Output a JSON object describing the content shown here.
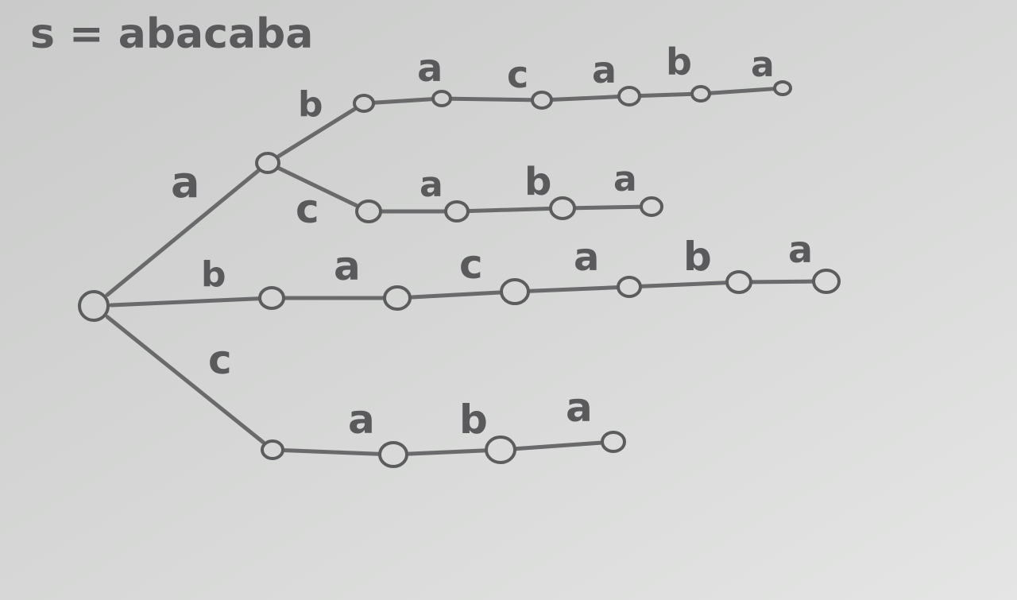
{
  "title": "s = abacaba",
  "tree": {
    "root": "n0",
    "nodes": [
      {
        "id": "n0"
      },
      {
        "id": "n1"
      },
      {
        "id": "n2"
      },
      {
        "id": "n3"
      },
      {
        "id": "n4"
      },
      {
        "id": "n5"
      },
      {
        "id": "n6"
      },
      {
        "id": "n7"
      },
      {
        "id": "n8"
      },
      {
        "id": "n9"
      },
      {
        "id": "n10"
      },
      {
        "id": "n11"
      },
      {
        "id": "n12"
      },
      {
        "id": "n13"
      },
      {
        "id": "n14"
      },
      {
        "id": "n15"
      },
      {
        "id": "n16"
      },
      {
        "id": "n17"
      },
      {
        "id": "n18"
      },
      {
        "id": "n19"
      },
      {
        "id": "n20"
      }
    ],
    "edges": [
      {
        "from": "n0",
        "to": "n1",
        "label": "a"
      },
      {
        "from": "n1",
        "to": "n2",
        "label": "b"
      },
      {
        "from": "n2",
        "to": "n3",
        "label": "a"
      },
      {
        "from": "n3",
        "to": "n4",
        "label": "c"
      },
      {
        "from": "n4",
        "to": "n5",
        "label": "a"
      },
      {
        "from": "n5",
        "to": "n6",
        "label": "b"
      },
      {
        "from": "n6",
        "to": "n7",
        "label": "a"
      },
      {
        "from": "n1",
        "to": "n8",
        "label": "c"
      },
      {
        "from": "n8",
        "to": "n9",
        "label": "a"
      },
      {
        "from": "n9",
        "to": "n10",
        "label": "b"
      },
      {
        "from": "n10",
        "to": "n11",
        "label": "a"
      },
      {
        "from": "n0",
        "to": "n12",
        "label": "b"
      },
      {
        "from": "n12",
        "to": "n13",
        "label": "a"
      },
      {
        "from": "n13",
        "to": "n14",
        "label": "c"
      },
      {
        "from": "n14",
        "to": "n15",
        "label": "a"
      },
      {
        "from": "n15",
        "to": "n16",
        "label": "b"
      },
      {
        "from": "n16",
        "to": "n17",
        "label": "a"
      },
      {
        "from": "n0",
        "to": "n18",
        "label": "c"
      },
      {
        "from": "n18",
        "to": "n19",
        "label": "a"
      },
      {
        "from": "n19",
        "to": "n20",
        "label": "b"
      },
      {
        "from": "n20",
        "to": "n21",
        "label": "a"
      }
    ]
  }
}
